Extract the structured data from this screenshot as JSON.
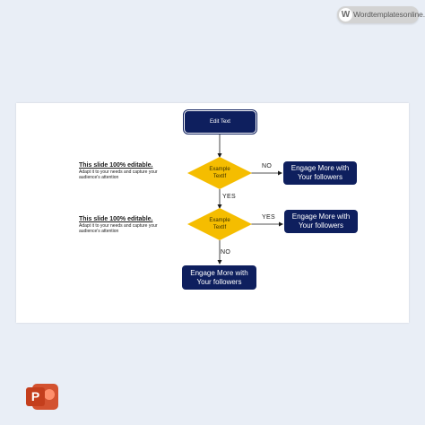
{
  "watermark": {
    "icon_letter": "W",
    "text": "Wordtemplatesonline.net"
  },
  "notes": [
    {
      "head": "This slide 100% editable.",
      "body": "Adapt it to your needs and capture your audience's attention"
    },
    {
      "head": "This slide 100% editable.",
      "body": "Adapt it to your needs and capture your audience's attention"
    }
  ],
  "flow": {
    "start": "Edit Text",
    "decision1": {
      "line1": "Example",
      "line2": "TextIf"
    },
    "decision2": {
      "line1": "Example",
      "line2": "TextIf"
    },
    "outcome1": {
      "line1": "Engage More with",
      "line2": "Your followers"
    },
    "outcome2": {
      "line1": "Engage More with",
      "line2": "Your followers"
    },
    "outcome3": {
      "line1": "Engage More with",
      "line2": "Your followers"
    },
    "labels": {
      "no1": "NO",
      "yes1": "YES",
      "yes2": "YES",
      "no2": "NO"
    }
  },
  "colors": {
    "box": "#0e1f5e",
    "diamond": "#f5bd00",
    "background": "#e9eef6",
    "slide": "#ffffff"
  },
  "app_icon": {
    "name": "powerpoint-icon",
    "letter": "P"
  }
}
